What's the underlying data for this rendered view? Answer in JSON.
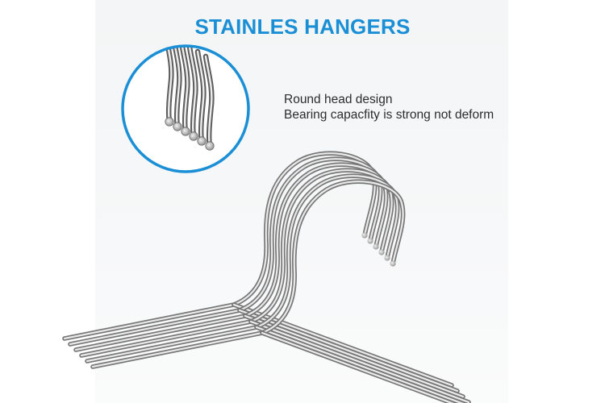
{
  "header": {
    "title": "STAINLES HANGERS"
  },
  "feature": {
    "line1": "Round head design",
    "line2": "Bearing capacfity is strong not deform"
  },
  "colors": {
    "accent": "#1a8fd6",
    "text": "#2c2c2c",
    "steel_light": "#f2f2f2",
    "steel_dark": "#5a5a5a",
    "background": "#f5f7f8"
  },
  "product": {
    "name": "stainless-steel-wire-hanger",
    "count_shown": 6
  }
}
